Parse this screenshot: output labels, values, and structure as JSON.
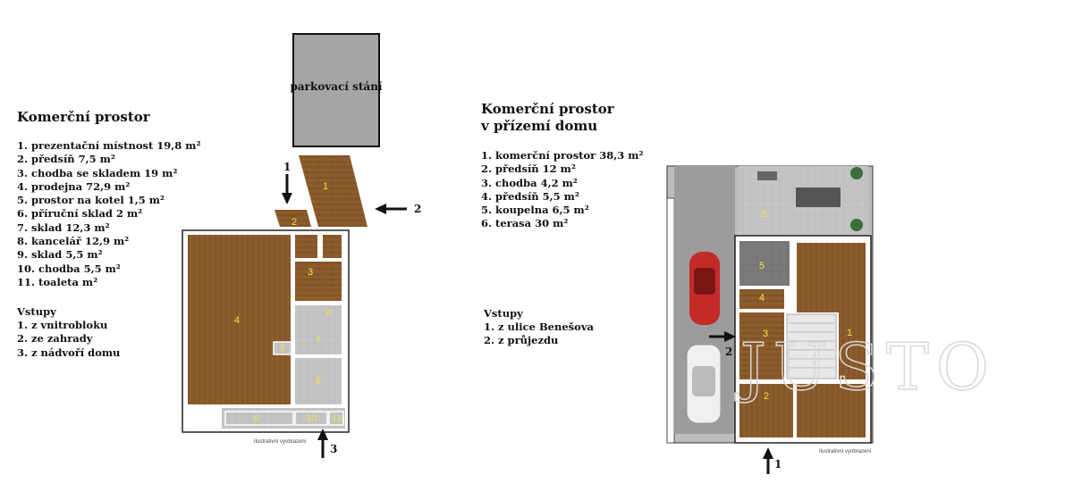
{
  "left": {
    "title": "Komerční prostor",
    "rooms": [
      "1. prezentační místnost 19,8 m²",
      "2. předsíň 7,5 m²",
      "3. chodba se skladem 19 m²",
      "4. prodejna 72,9 m²",
      "5. prostor na kotel 1,5 m²",
      "6. příruční sklad 2 m²",
      "7. sklad 12,3 m²",
      "8. kancelář 12,9 m²",
      "9. sklad 5,5 m²",
      "10. chodba 5,5 m²",
      "11. toaleta m²"
    ],
    "entrances_title": "Vstupy",
    "entrances": [
      "1. z vnitrobloku",
      "2. ze zahrady",
      "3. z nádvoří domu"
    ],
    "plan": {
      "parking_label": "parkovací stání",
      "room_numbers": [
        "1",
        "2",
        "3",
        "4",
        "5",
        "6",
        "7",
        "8",
        "9",
        "10",
        "11"
      ],
      "arrow_labels": [
        "1",
        "2",
        "3"
      ],
      "caption": "Ilustrativní vyobrazení"
    }
  },
  "right": {
    "title_line1": "Komerční prostor",
    "title_line2": "v přízemí domu",
    "rooms": [
      "1. komerční prostor 38,3 m²",
      "2. předsíň 12 m²",
      "3. chodba 4,2 m²",
      "4. předsíň 5,5 m²",
      "5. koupelna 6,5 m²",
      "6. terasa 30 m²"
    ],
    "entrances_title": "Vstupy",
    "entrances": [
      "1. z ulice Benešova",
      "2. z průjezdu"
    ],
    "plan": {
      "room_numbers": [
        "1",
        "2",
        "3",
        "4",
        "5",
        "6"
      ],
      "arrow_labels": [
        "1",
        "2"
      ],
      "caption": "Ilustrativní vyobrazení",
      "watermark": "JUSTO"
    }
  },
  "colors": {
    "wood": "#8a5a2b",
    "wall": "#ffffff",
    "hall": "#b9b9b9",
    "parking": "#a5a5a5",
    "label": "#f2e24a"
  }
}
